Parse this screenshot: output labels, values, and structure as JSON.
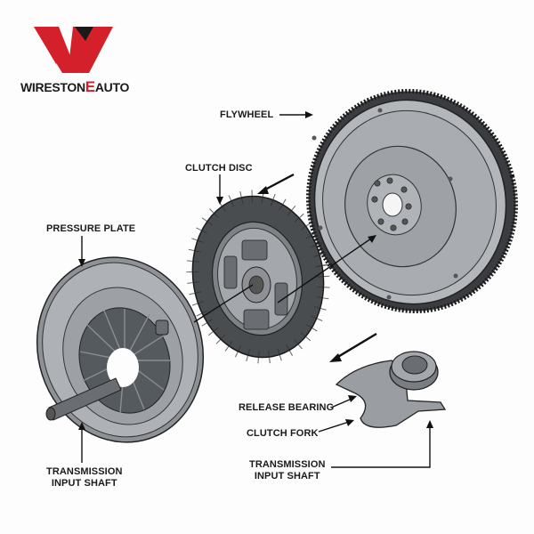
{
  "brand": {
    "name_part1": "WIRESTON",
    "name_accent": "E",
    "name_part2": "AUTO",
    "accent_color": "#d4202a",
    "dark_color": "#1a1a1a"
  },
  "labels": {
    "flywheel": "FLYWHEEL",
    "clutch_disc": "CLUTCH DISC",
    "pressure_plate": "PRESSURE PLATE",
    "release_bearing": "RELEASE BEARING",
    "clutch_fork": "CLUTCH FORK",
    "transmission_input_shaft_left_line1": "TRANSMISSION",
    "transmission_input_shaft_left_line2": "INPUT SHAFT",
    "transmission_input_shaft_right_line1": "TRANSMISSION",
    "transmission_input_shaft_right_line2": "INPUT SHAFT"
  },
  "colors": {
    "metal_light": "#b9bcbf",
    "metal_mid": "#9a9ea2",
    "metal_dark": "#5d6165",
    "friction": "#4a4d50",
    "outline": "#222222"
  }
}
